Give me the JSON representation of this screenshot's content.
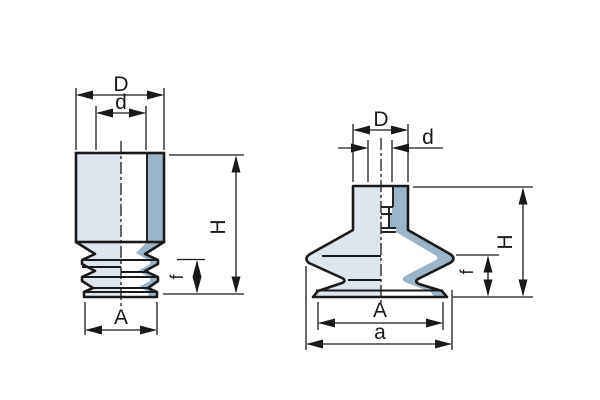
{
  "drawing": {
    "description": "Technical dimension drawing of two bellows suction cups, cross-section views",
    "colors": {
      "background": "#ffffff",
      "fill_light": "#dde6ee",
      "fill_dark": "#9bb4c8",
      "line": "#1a1a1a"
    },
    "left_figure": {
      "name": "bellows-cup-straight",
      "labels": {
        "D": "D",
        "d": "d",
        "H": "H",
        "f": "f",
        "A": "A"
      }
    },
    "right_figure": {
      "name": "bellows-cup-flared",
      "labels": {
        "D": "D",
        "d": "d",
        "H": "H",
        "f": "f",
        "A": "A",
        "a": "a"
      }
    }
  }
}
